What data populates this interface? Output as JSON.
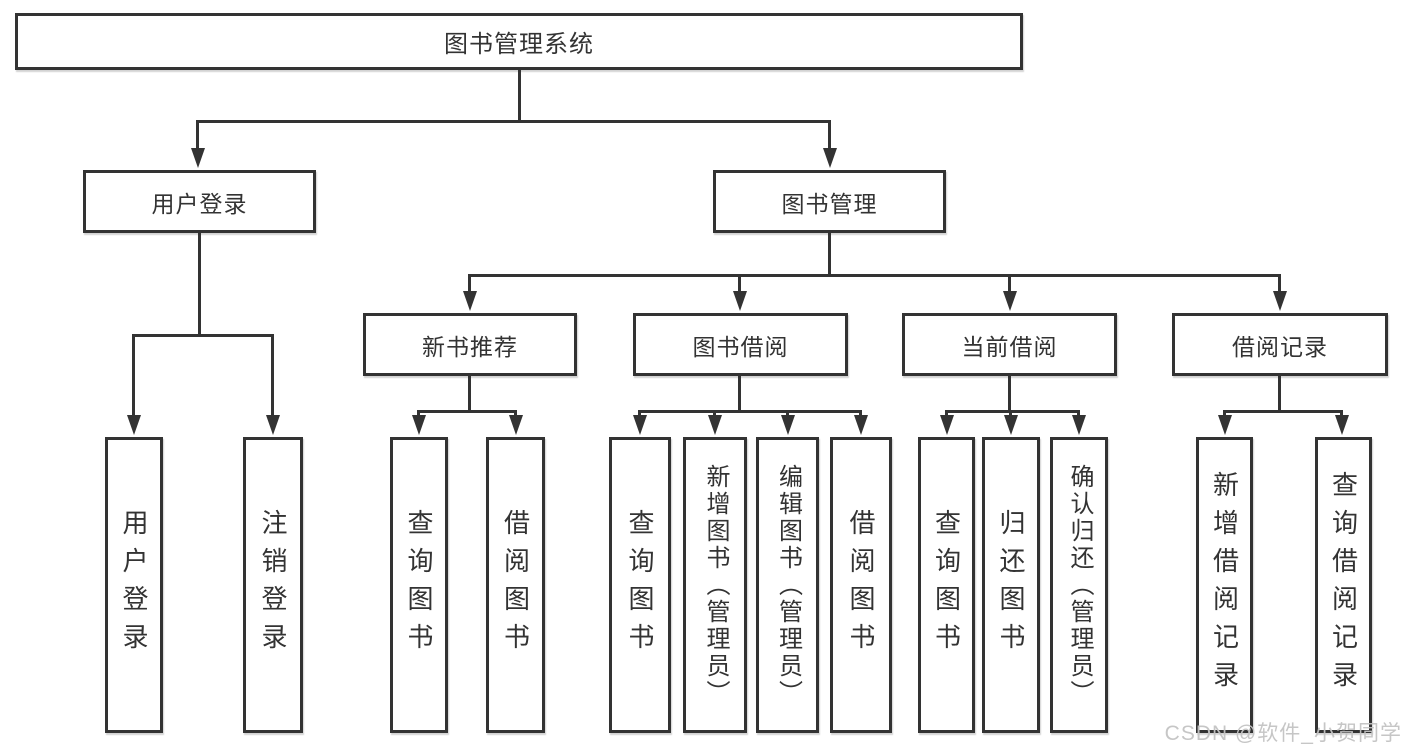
{
  "diagram": {
    "title": "图书管理系统",
    "line_color": "#333333",
    "text_color": "#333333",
    "nodes": {
      "root": "图书管理系统",
      "user_login": "用户登录",
      "book_management": "图书管理",
      "new_book_recommend": "新书推荐",
      "book_borrowing": "图书借阅",
      "current_borrowing": "当前借阅",
      "borrowing_records": "借阅记录",
      "leaf_user_login": "用户登录",
      "leaf_logout_login": "注销登录",
      "leaf_query_books_recommend": "查询图书",
      "leaf_borrow_books_recommend": "借阅图书",
      "leaf_query_books_borrow": "查询图书",
      "leaf_add_books_admin": "新增图书（管理员）",
      "leaf_edit_books_admin": "编辑图书（管理员）",
      "leaf_borrow_books_borrow": "借阅图书",
      "leaf_query_books_current": "查询图书",
      "leaf_return_books": "归还图书",
      "leaf_confirm_return_admin": "确认归还（管理员）",
      "leaf_add_borrow_record": "新增借阅记录",
      "leaf_query_borrow_record": "查询借阅记录"
    },
    "hierarchy": {
      "图书管理系统": {
        "用户登录": [
          "用户登录",
          "注销登录"
        ],
        "图书管理": {
          "新书推荐": [
            "查询图书",
            "借阅图书"
          ],
          "图书借阅": [
            "查询图书",
            "新增图书（管理员）",
            "编辑图书（管理员）",
            "借阅图书"
          ],
          "当前借阅": [
            "查询图书",
            "归还图书",
            "确认归还（管理员）"
          ],
          "借阅记录": [
            "新增借阅记录",
            "查询借阅记录"
          ]
        }
      }
    }
  },
  "watermark": {
    "text": "CSDN @软件_小贺同学",
    "color": "#c3c3c3"
  }
}
